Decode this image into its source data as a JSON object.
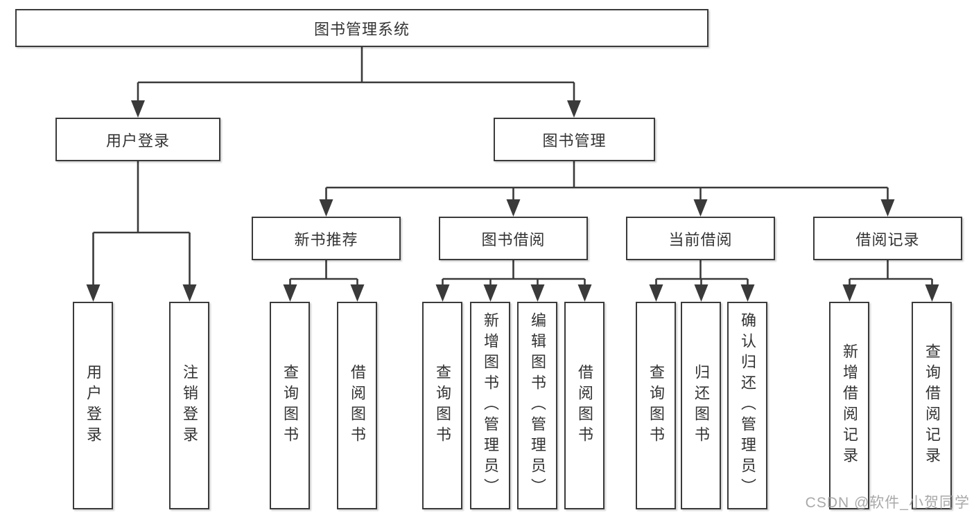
{
  "diagram": {
    "root": "图书管理系统",
    "branches": [
      {
        "label": "用户登录",
        "leaves": [
          "用户登录",
          "注销登录"
        ]
      },
      {
        "label": "图书管理",
        "sections": [
          {
            "label": "新书推荐",
            "leaves": [
              "查询图书",
              "借阅图书"
            ]
          },
          {
            "label": "图书借阅",
            "leaves": [
              "查询图书",
              "新增图书（管理员）",
              "编辑图书（管理员）",
              "借阅图书"
            ]
          },
          {
            "label": "当前借阅",
            "leaves": [
              "查询图书",
              "归还图书",
              "确认归还（管理员）"
            ]
          },
          {
            "label": "借阅记录",
            "leaves": [
              "新增借阅记录",
              "查询借阅记录"
            ]
          }
        ]
      }
    ]
  },
  "watermark": "CSDN @软件_小贺同学",
  "colors": {
    "line": "#3a3a3a",
    "text": "#333333",
    "watermark": "#a0a0a0"
  }
}
